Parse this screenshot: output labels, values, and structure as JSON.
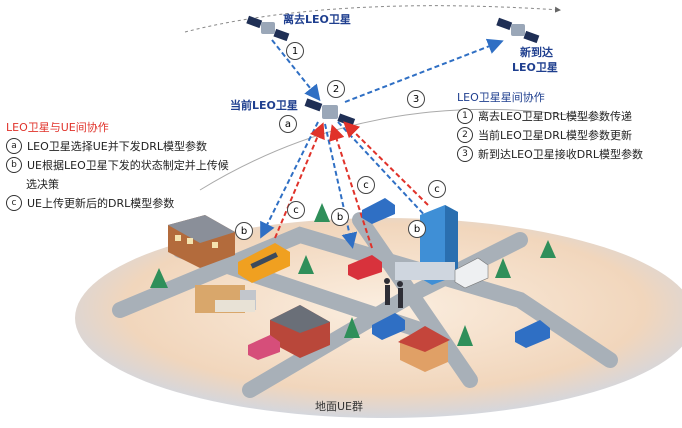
{
  "leaving_sat_label": "离去LEO卫星",
  "current_sat_label": "当前LEO卫星",
  "new_sat_label_line1": "新到达",
  "new_sat_label_line2": "LEO卫星",
  "ground_label": "地面UE群",
  "ue_collab": {
    "title": "LEO卫星与UE间协作",
    "items": [
      {
        "mark": "a",
        "text": "LEO卫星选择UE并下发DRL模型参数"
      },
      {
        "mark": "b",
        "text": "UE根据LEO卫星下发的状态制定并上传候"
      },
      {
        "mark": "",
        "text": "选决策"
      },
      {
        "mark": "c",
        "text": "UE上传更新后的DRL模型参数"
      }
    ]
  },
  "sat_collab": {
    "title": "LEO卫星星间协作",
    "items": [
      {
        "mark": "1",
        "text": "离去LEO卫星DRL模型参数传递"
      },
      {
        "mark": "2",
        "text": "当前LEO卫星DRL模型参数更新"
      },
      {
        "mark": "3",
        "text": "新到达LEO卫星接收DRL模型参数"
      }
    ]
  },
  "markers": {
    "one": "1",
    "two": "2",
    "three": "3",
    "a": "a",
    "b": "b",
    "c": "c"
  },
  "colors": {
    "blue_arrow": "#2f6fc4",
    "red_arrow": "#e0322a",
    "ground_fill": "#f2dcc4",
    "road": "#9aa3ad"
  }
}
